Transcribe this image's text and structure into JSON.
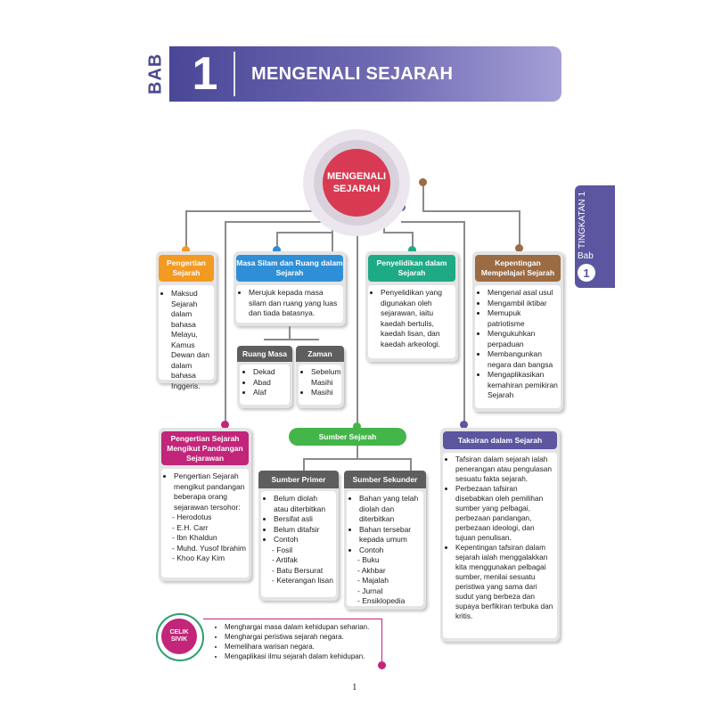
{
  "header": {
    "bab_word": "BAB",
    "chapter_number": "1",
    "title": "MENGENALI SEJARAH"
  },
  "side_tab": {
    "level": "TINGKATAN 1",
    "bab": "Bab",
    "number": "1"
  },
  "center": {
    "title": "MENGENALI SEJARAH"
  },
  "boxes": {
    "pengertian": {
      "title": "Pengertian Sejarah",
      "items": [
        "Maksud Sejarah dalam bahasa Melayu, Kamus Dewan dan dalam bahasa Inggeris."
      ]
    },
    "masa": {
      "title": "Masa Silam dan Ruang dalam Sejarah",
      "items": [
        "Merujuk kepada masa silam dan ruang yang luas dan tiada batasnya."
      ],
      "ruang_masa": {
        "title": "Ruang Masa",
        "items": [
          "Dekad",
          "Abad",
          "Alaf"
        ]
      },
      "zaman": {
        "title": "Zaman",
        "items": [
          "Sebelum Masihi",
          "Masihi"
        ]
      }
    },
    "penyelidikan": {
      "title": "Penyelidikan dalam Sejarah",
      "items": [
        "Penyelidikan yang digunakan oleh sejarawan, iaitu kaedah bertulis, kaedah lisan, dan kaedah arkeologi."
      ]
    },
    "kepentingan": {
      "title": "Kepentingan Mempelajari Sejarah",
      "items": [
        "Mengenal asal usul",
        "Mengambil iktibar",
        "Memupuk patriotisme",
        "Mengukuhkan perpaduan",
        "Membangunkan negara dan bangsa",
        "Mengaplikasikan kemahiran pemikiran Sejarah"
      ]
    },
    "pandangan": {
      "title": "Pengertian Sejarah Mengikut Pandangan Sejarawan",
      "items": [
        "Pengertian Sejarah mengikut pandangan beberapa orang sejarawan tersohor:"
      ],
      "names": [
        "Herodotus",
        "E.H. Carr",
        "Ibn Khaldun",
        "Muhd. Yusof Ibrahim",
        "Khoo Kay Kim"
      ]
    },
    "sumber": {
      "title": "Sumber Sejarah",
      "primer": {
        "title": "Sumber Primer",
        "items": [
          "Belum diolah atau diterbitkan",
          "Bersifat asli",
          "Belum ditafsir",
          "Contoh"
        ],
        "contoh": [
          "Fosil",
          "Artifak",
          "Batu Bersurat",
          "Keterangan lisan"
        ]
      },
      "sekunder": {
        "title": "Sumber Sekunder",
        "items": [
          "Bahan yang telah diolah dan diterbitkan",
          "Bahan tersebar kepada umum",
          "Contoh"
        ],
        "contoh": [
          "Buku",
          "Akhbar",
          "Majalah",
          "Jurnal",
          "Ensiklopedia"
        ]
      }
    },
    "taksiran": {
      "title": "Taksiran dalam Sejarah",
      "items": [
        "Tafsiran dalam sejarah ialah penerangan atau pengulasan sesuatu fakta sejarah.",
        "Perbezaan tafsiran disebabkan oleh pemilihan sumber yang pelbagai, perbezaan pandangan, perbezaan ideologi, dan tujuan penulisan.",
        "Kepentingan tafsiran dalam sejarah ialah menggalakkan kita menggunakan pelbagai sumber, menilai sesuatu peristiwa yang sama dari sudut yang berbeza dan supaya berfikiran terbuka dan kritis."
      ]
    }
  },
  "civic": {
    "badge": "CELIK SIVIK",
    "items": [
      "Menghargai masa dalam kehidupan seharian.",
      "Menghargai peristiwa sejarah negara.",
      "Memelihara warisan negara.",
      "Mengaplikasi ilmu sejarah dalam kehidupan."
    ]
  },
  "page_number": "1",
  "colors": {
    "banner": "#4a4798",
    "center": "#d93a53",
    "orange": "#f39a22",
    "blue": "#2f8fd6",
    "green": "#1faa86",
    "brown": "#9b6b43",
    "pink": "#c2257a",
    "lime": "#44b549",
    "purple": "#5b569f"
  }
}
